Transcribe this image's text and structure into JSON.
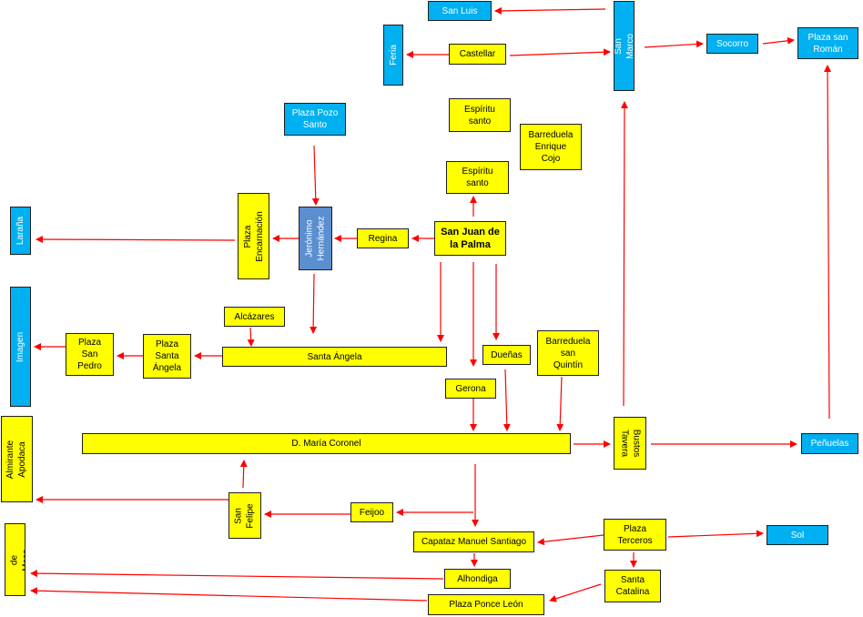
{
  "colors": {
    "yellow_box": "#ffff00",
    "blue_box": "#00b0f0",
    "steel_box": "#5b8fd0",
    "arrow": "#ff0000",
    "border": "#1f1f1f"
  },
  "nodes": {
    "san_luis": "San Luis",
    "san_marco": "San Marco",
    "feria": "Feria",
    "castellar": "Castellar",
    "socorro": "Socorro",
    "plaza_san_roman": "Plaza san\nRomán",
    "plaza_pozo_santo": "Plaza Pozo\nSanto",
    "espiritu_santo_top": "Espíritu\nsanto",
    "barreduela_enrique_cojo": "Barreduela\nEnrique\nCojo",
    "espiritu_santo": "Espíritu\nsanto",
    "larana": "Laraña",
    "plaza_encarnacion": "Plaza\nEncarnación",
    "jeronimo_hernandez": "Jerónimo\nHernández",
    "regina": "Regina",
    "san_juan_de_la_palma": "San Juan de\nla Palma",
    "imagen": "Imagen",
    "alcazares": "Alcázares",
    "plaza_san_pedro": "Plaza\nSan\nPedro",
    "plaza_santa_angela": "Plaza\nSanta\nÁngela",
    "santa_angela": "Santa Ángela",
    "duenas": "Dueñas",
    "barreduela_san_quintin": "Barreduela\nsan\nQuintín",
    "gerona": "Gerona",
    "almirante_apodaca": "Almirante\nApodaca",
    "d_maria_coronel": "D. María Coronel",
    "bustos_tavera": "Bustos\nTavera",
    "penuelas": "Peñuelas",
    "san_felipe": "San\nFelipe",
    "feijoo": "Feijoo",
    "juan_de_mesa": "Juan de Mesa",
    "capataz_manuel_santiago": "Capataz Manuel Santiago",
    "plaza_terceros": "Plaza\nTerceros",
    "sol": "Sol",
    "alhondiga": "Alhondiga",
    "santa_catalina": "Santa\nCatalina",
    "plaza_ponce_leon": "Plaza Ponce León"
  }
}
